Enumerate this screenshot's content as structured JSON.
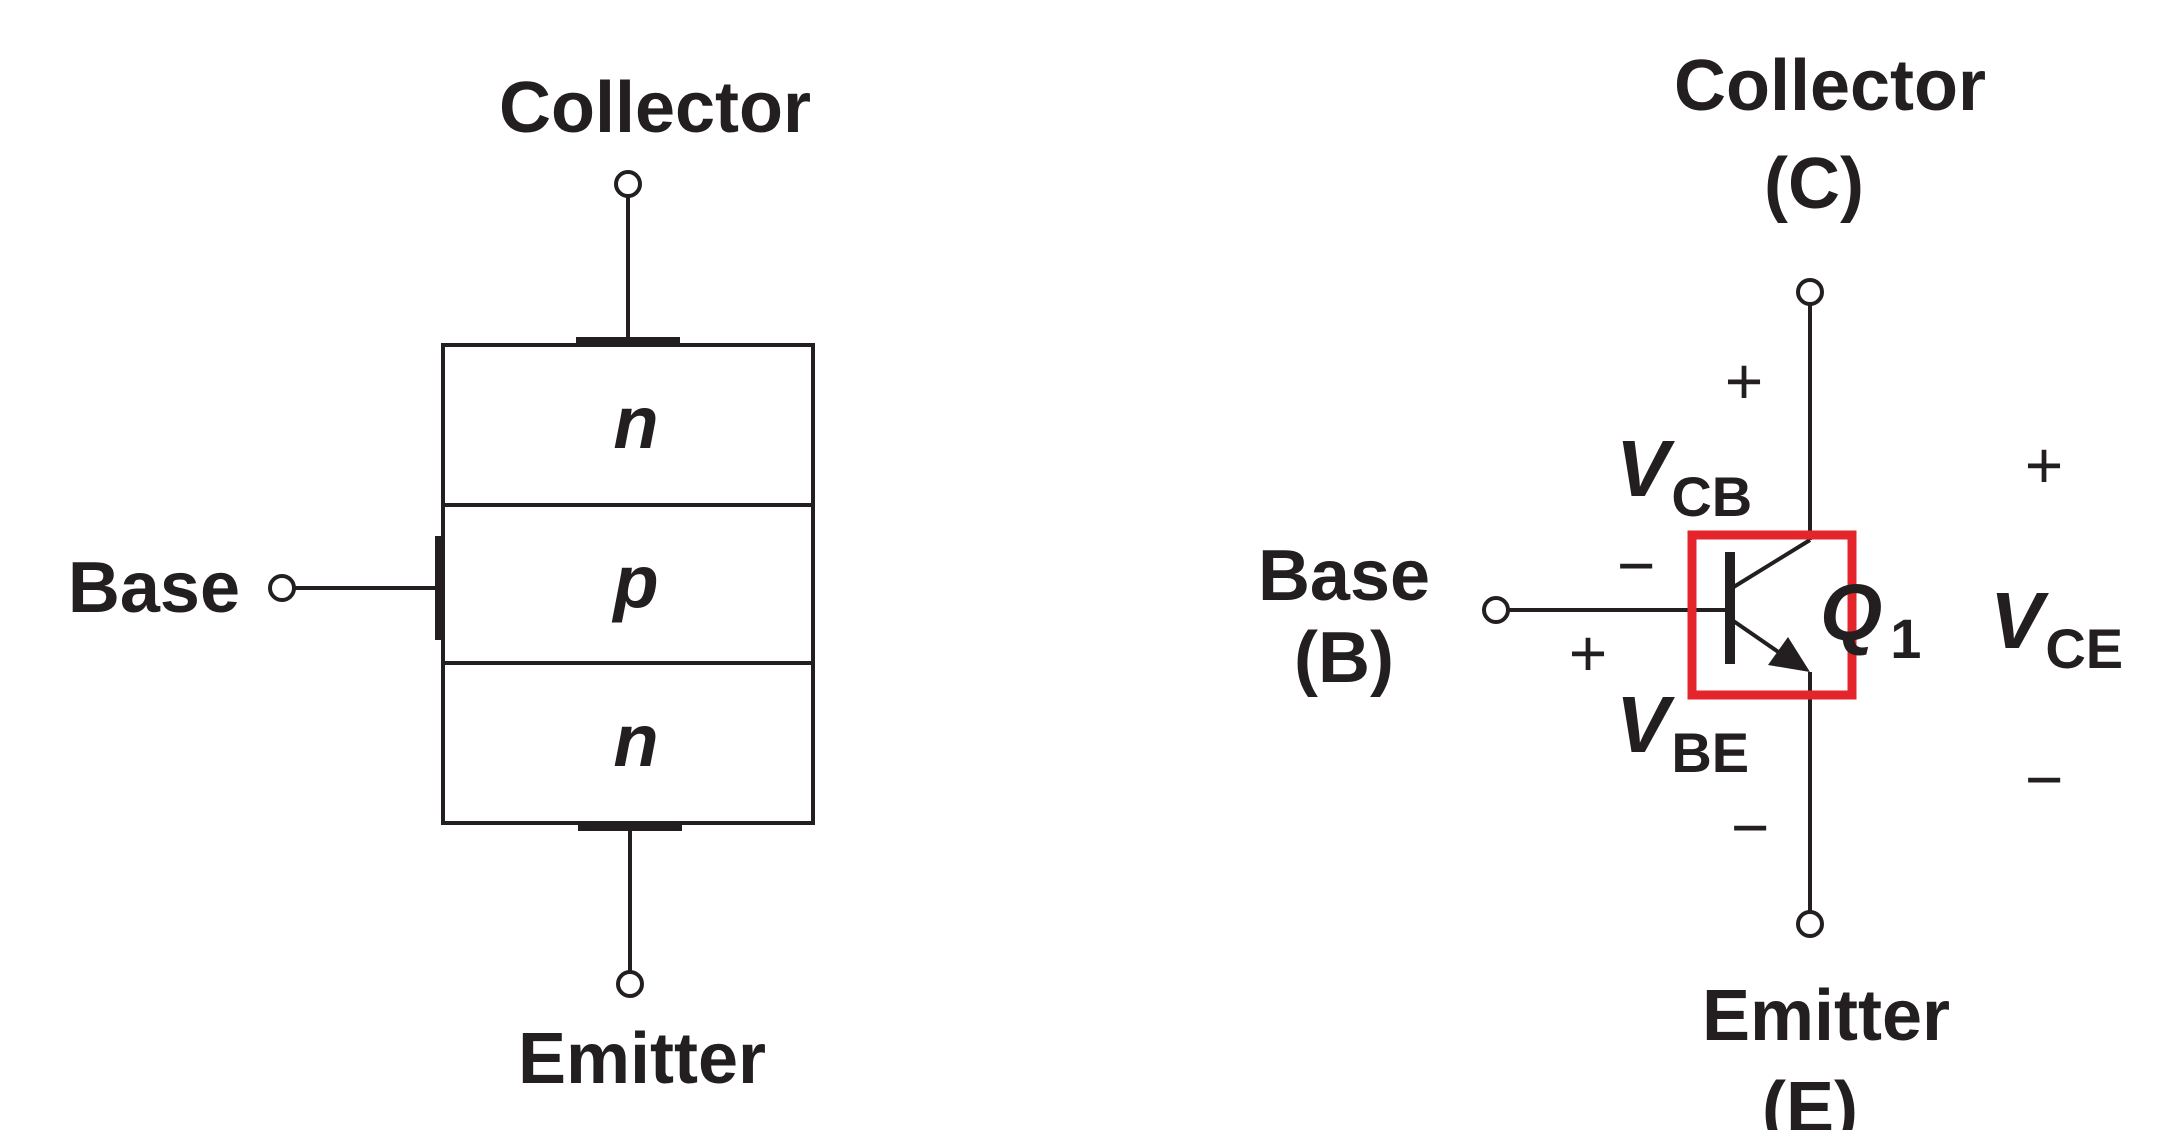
{
  "left_structure": {
    "collector_label": "Collector",
    "emitter_label": "Emitter",
    "base_label": "Base",
    "regions": [
      "n",
      "p",
      "n"
    ]
  },
  "right_symbol": {
    "collector_label": "Collector",
    "collector_abbr": "(C)",
    "base_label": "Base",
    "base_abbr": "(B)",
    "emitter_label": "Emitter",
    "emitter_abbr": "(E)",
    "device_name": "Q",
    "device_sub": "1",
    "vcb": {
      "symbol": "V",
      "sub": "CB",
      "plus": "+",
      "minus": "−"
    },
    "vbe": {
      "symbol": "V",
      "sub": "BE",
      "plus": "+",
      "minus": "−"
    },
    "vce": {
      "symbol": "V",
      "sub": "CE",
      "plus": "+",
      "minus": "−"
    },
    "highlight_color": "#e4262c"
  },
  "colors": {
    "ink": "#231f20",
    "highlight": "#e4262c"
  }
}
